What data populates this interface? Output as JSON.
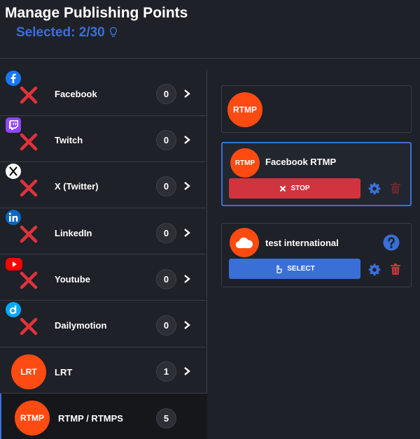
{
  "header": {
    "title": "Manage Publishing Points",
    "selected": "Selected: 2/30"
  },
  "sidebar": {
    "items": [
      {
        "label": "Facebook",
        "count": "0",
        "icon": "facebook-icon"
      },
      {
        "label": "Twitch",
        "count": "0",
        "icon": "twitch-icon"
      },
      {
        "label": "X (Twitter)",
        "count": "0",
        "icon": "x-twitter-icon"
      },
      {
        "label": "LinkedIn",
        "count": "0",
        "icon": "linkedin-icon"
      },
      {
        "label": "Youtube",
        "count": "0",
        "icon": "youtube-icon"
      },
      {
        "label": "Dailymotion",
        "count": "0",
        "icon": "dailymotion-icon"
      },
      {
        "label": "LRT",
        "count": "1",
        "badge": "LRT"
      },
      {
        "label": "RTMP / RTMPS",
        "count": "5",
        "badge": "RTMP"
      }
    ]
  },
  "main": {
    "header_badge": "RTMP",
    "cards": [
      {
        "name": "Facebook RTMP",
        "badge": "RTMP",
        "button": "STOP",
        "state": "active"
      },
      {
        "name": "test international",
        "icon": "cloud-icon",
        "button": "SELECT",
        "state": "idle"
      }
    ]
  },
  "colors": {
    "background": "#1e2127",
    "accent_blue": "#3a6fd8",
    "brand_orange": "#ff4b12",
    "stop_red": "#d1343f",
    "disconnected_x": "#e0323c"
  }
}
